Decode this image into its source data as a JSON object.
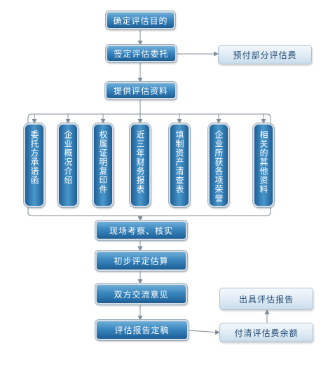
{
  "diagram": {
    "main_steps": [
      "确定评估目的",
      "签定评估委托",
      "提供评估资料",
      "现场考察、核实",
      "初步评定估算",
      "双方交流意见",
      "评估报告定稿"
    ],
    "side_steps": {
      "prepay": "预付部分评估费",
      "issue_report": "出具评估报告",
      "settle_fee": "付清评估费余额"
    },
    "documents": [
      "委托方承诺函",
      "企业概况介绍",
      "权属证明复印件",
      "近三年财务报表",
      "填制资产清查表",
      "企业所获各项荣誉",
      "相关的其他资料"
    ]
  },
  "colors": {
    "node_dark": "#1d5f95",
    "node_mid": "#3a86bf",
    "node_light": "#dfeaf4",
    "line": "#7f8c99"
  }
}
